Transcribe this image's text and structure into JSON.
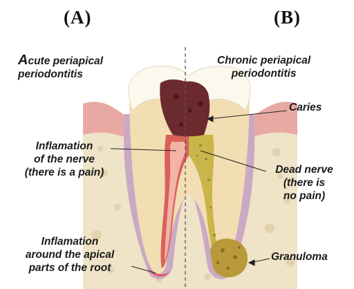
{
  "panels": {
    "a_label": "(A)",
    "b_label": "(B)"
  },
  "captions": {
    "acute_line1_initial": "A",
    "acute_line1_rest": "cute periapical",
    "acute_line2": "periodontitis",
    "chronic_line1": "Chronic periapical",
    "chronic_line2": "periodontitis",
    "caries": "Caries",
    "inflam_nerve_line1": "Inflamation",
    "inflam_nerve_line2": "of the nerve",
    "inflam_nerve_line3": "(there is a pain)",
    "dead_line1": "Dead nerve",
    "dead_line2": "(there is",
    "dead_line3": "no pain)",
    "inflam_root_line1": "Inflamation",
    "inflam_root_line2": "around the apical",
    "inflam_root_line3": "parts of the root",
    "granuloma": "Granuloma"
  },
  "colors": {
    "bone": "#efe3c8",
    "gum": "#e8a9a3",
    "enamel": "#fbf8ee",
    "dentin": "#f3ddb3",
    "caries": "#6b2b2e",
    "pulp_inflamed": "#d9615a",
    "pulp_dead": "#c9b64a",
    "granuloma": "#b99a3a",
    "divider": "#555555"
  }
}
